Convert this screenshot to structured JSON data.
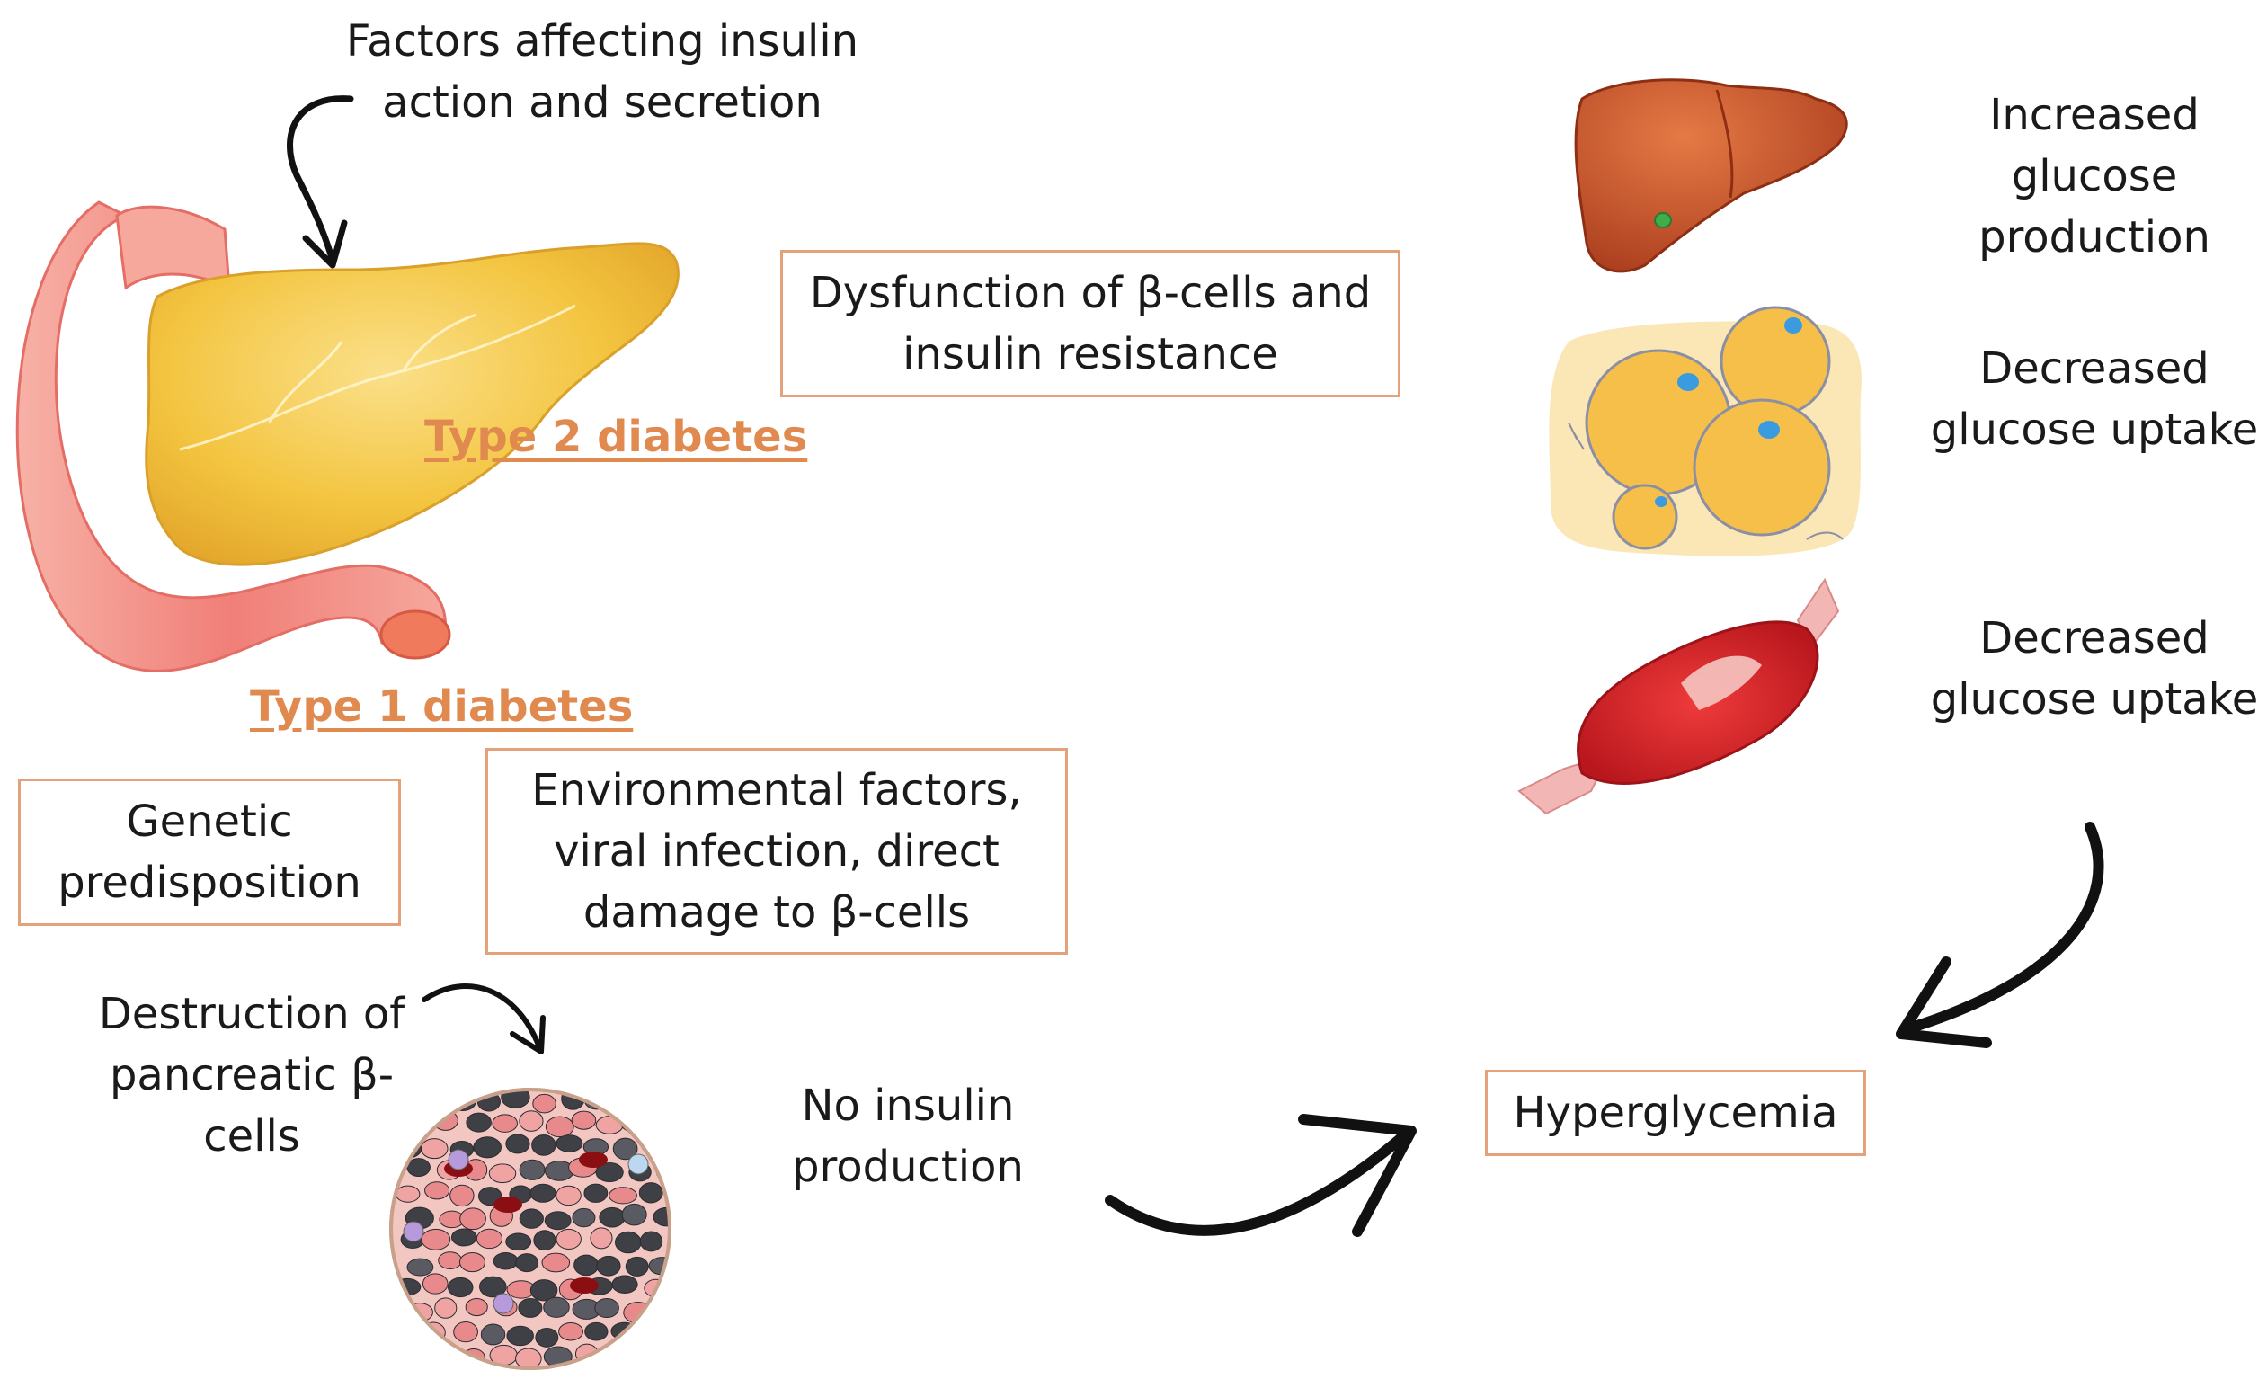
{
  "header": {
    "factors_text": "Factors affecting insulin\naction and secretion"
  },
  "type2": {
    "label": "Type 2 diabetes",
    "box_text": "Dysfunction of β-cells and\ninsulin resistance"
  },
  "type1": {
    "label": "Type 1 diabetes",
    "genetic_text": "Genetic\npredisposition",
    "environment_text": "Environmental factors,\nviral infection, direct\ndamage to β-cells",
    "destruction_text": "Destruction of\npancreatic β-\ncells",
    "no_insulin_text": "No insulin\nproduction"
  },
  "organs": {
    "liver_text": "Increased\nglucose\nproduction",
    "adipose_text": "Decreased\nglucose uptake",
    "muscle_text": "Decreased\nglucose uptake"
  },
  "outcome": {
    "hyperglycemia_text": "Hyperglycemia"
  },
  "colors": {
    "box_border": "#e3a27a",
    "label_orange": "#e08a4f",
    "pancreas": "#f2c23e",
    "duodenum": "#f08c86",
    "liver": "#c8502a",
    "fat": "#f6c04c",
    "muscle": "#d9262b"
  }
}
